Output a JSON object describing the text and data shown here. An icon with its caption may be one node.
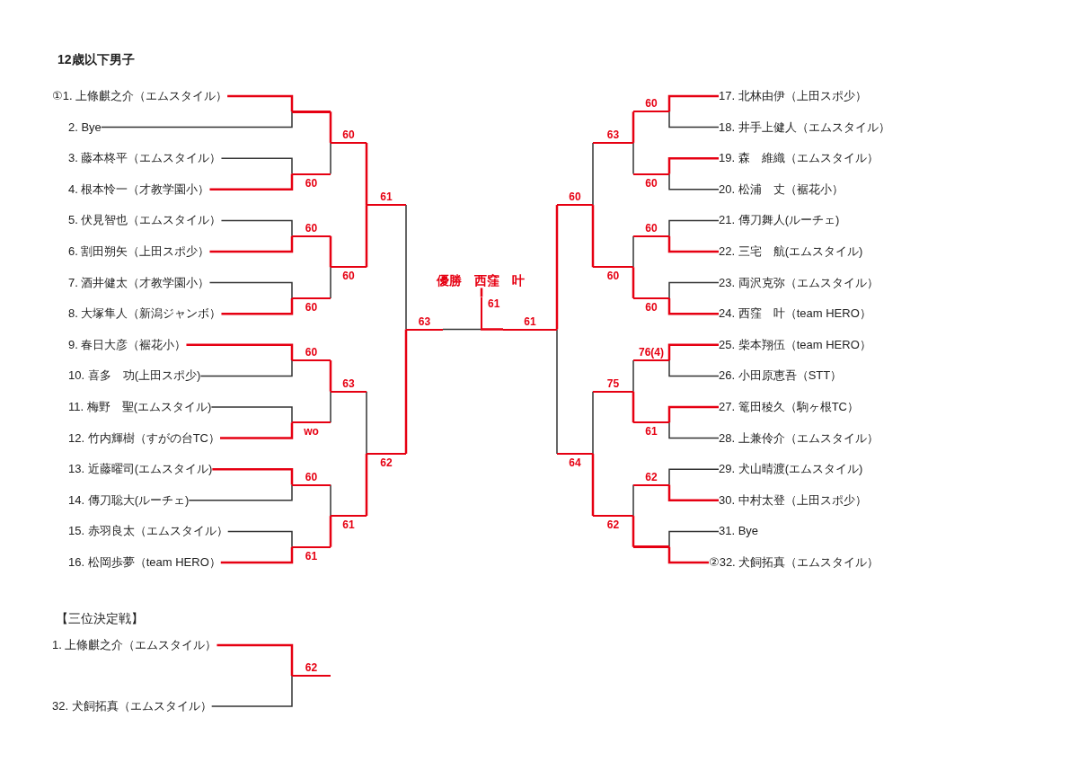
{
  "diagram": {
    "title": "12歳以下男子",
    "nodes": [
      {
        "text": [
          "①1. 上條麒之介（エムスタイル）"
        ]
      },
      {
        "text": [
          "2. Bye"
        ]
      },
      {
        "text": [
          "3. 藤本柊平（エムスタイル）"
        ]
      },
      {
        "text": [
          "4. 根本怜一（才教学園小）"
        ]
      },
      {
        "text": [
          "5. 伏見智也（エムスタイル）"
        ]
      },
      {
        "text": [
          "6. 割田朔矢（上田スポ少）"
        ]
      },
      {
        "text": [
          "7. 酒井健太（才教学園小）"
        ]
      },
      {
        "text": [
          "8. 大塚隼人（新潟ジャンボ）"
        ]
      },
      {
        "text": [
          "9. 春日大彦（裾花小）"
        ]
      },
      {
        "text": [
          "10. 喜多　功(上田スポ少)"
        ]
      },
      {
        "text": [
          "11. 梅野　聖(エムスタイル)"
        ]
      },
      {
        "text": [
          "12. 竹内輝樹（すがの台TC）"
        ]
      },
      {
        "text": [
          "13. 近藤曜司(エムスタイル)"
        ]
      },
      {
        "text": [
          "14. 傳刀聡大(ルーチェ)"
        ]
      },
      {
        "text": [
          "15. 赤羽良太（エムスタイル）"
        ]
      },
      {
        "text": [
          "16. 松岡歩夢（team HERO）"
        ]
      },
      {
        "text": [
          "17. 北林由伊（上田スポ少）"
        ]
      },
      {
        "text": [
          "18. 井手上健人（エムスタイル）"
        ]
      },
      {
        "text": [
          "19. 森　維織（エムスタイル）"
        ]
      },
      {
        "text": [
          "20. 松浦　丈（裾花小）"
        ]
      },
      {
        "text": [
          "21. 傳刀舞人(ルーチェ)"
        ]
      },
      {
        "text": [
          "22. 三宅　航(エムスタイル)"
        ]
      },
      {
        "text": [
          "23. 両沢克弥（エムスタイル）"
        ]
      },
      {
        "text": [
          "24. 西窪　叶（team HERO）"
        ]
      },
      {
        "text": [
          "25. 柴本翔伍（team HERO）"
        ]
      },
      {
        "text": [
          "26. 小田原恵吾（STT）"
        ]
      },
      {
        "text": [
          "27. 篭田稜久（駒ヶ根TC）"
        ]
      },
      {
        "text": [
          "28. 上兼伶介（エムスタイル）"
        ]
      },
      {
        "text": [
          "29. 犬山晴渡(エムスタイル)"
        ]
      },
      {
        "text": [
          "30. 中村太登（上田スポ少）"
        ]
      },
      {
        "text": [
          "31. Bye"
        ]
      },
      {
        "text": [
          "②32. 犬飼拓真（エムスタイル）"
        ]
      },
      {
        "text": [],
        "shape": "line"
      },
      {
        "text": [
          "60"
        ]
      },
      {
        "text": [
          "60"
        ]
      },
      {
        "text": [
          "60"
        ]
      },
      {
        "text": [
          "60"
        ]
      },
      {
        "text": [
          "wo"
        ]
      },
      {
        "text": [
          "60"
        ]
      },
      {
        "text": [
          "61"
        ]
      },
      {
        "text": [
          "60"
        ]
      },
      {
        "text": [
          "60"
        ]
      },
      {
        "text": [
          "63"
        ]
      },
      {
        "text": [
          "61"
        ]
      },
      {
        "text": [
          "61"
        ]
      },
      {
        "text": [
          "62"
        ]
      },
      {
        "text": [
          "63"
        ]
      },
      {
        "text": [
          "60"
        ]
      },
      {
        "text": [
          "60"
        ]
      },
      {
        "text": [
          "60"
        ]
      },
      {
        "text": [
          "60"
        ]
      },
      {
        "text": [
          "76(4)"
        ]
      },
      {
        "text": [
          "61"
        ]
      },
      {
        "text": [
          "62"
        ]
      },
      {
        "text": [],
        "shape": "line"
      },
      {
        "text": [
          "63"
        ]
      },
      {
        "text": [
          "60"
        ]
      },
      {
        "text": [
          "75"
        ]
      },
      {
        "text": [
          "62"
        ]
      },
      {
        "text": [
          "60"
        ]
      },
      {
        "text": [
          "64"
        ]
      },
      {
        "text": [
          "61"
        ]
      },
      {
        "text": [
          "61"
        ]
      },
      {
        "text": [
          "優勝　西窪　叶"
        ]
      },
      {
        "text": [
          "1. 上條麒之介（エムスタイル）"
        ]
      },
      {
        "text": [
          "32. 犬飼拓真（エムスタイル）"
        ]
      },
      {
        "text": [
          "62"
        ]
      }
    ],
    "edges": [
      {
        "from": 0,
        "to": 32,
        "arrow": "none"
      },
      {
        "from": 1,
        "to": 32,
        "arrow": "none",
        "color": "#333333"
      },
      {
        "from": 2,
        "to": 33,
        "arrow": "none",
        "color": "#333333"
      },
      {
        "from": 3,
        "to": 33,
        "arrow": "none"
      },
      {
        "from": 4,
        "to": 34,
        "arrow": "none",
        "color": "#333333"
      },
      {
        "from": 5,
        "to": 34,
        "arrow": "none"
      },
      {
        "from": 6,
        "to": 35,
        "arrow": "none",
        "color": "#333333"
      },
      {
        "from": 7,
        "to": 35,
        "arrow": "none"
      },
      {
        "from": 8,
        "to": 36,
        "arrow": "none"
      },
      {
        "from": 9,
        "to": 36,
        "arrow": "none",
        "color": "#333333"
      },
      {
        "from": 10,
        "to": 37,
        "arrow": "none",
        "color": "#333333"
      },
      {
        "from": 11,
        "to": 37,
        "arrow": "none"
      },
      {
        "from": 12,
        "to": 38,
        "arrow": "none"
      },
      {
        "from": 13,
        "to": 38,
        "arrow": "none",
        "color": "#333333"
      },
      {
        "from": 14,
        "to": 39,
        "arrow": "none",
        "color": "#333333"
      },
      {
        "from": 15,
        "to": 39,
        "arrow": "none"
      },
      {
        "from": 32,
        "to": 40,
        "arrow": "none"
      },
      {
        "from": 33,
        "to": 40,
        "arrow": "none",
        "color": "#333333"
      },
      {
        "from": 34,
        "to": 41,
        "arrow": "none"
      },
      {
        "from": 35,
        "to": 41,
        "arrow": "none",
        "color": "#333333"
      },
      {
        "from": 36,
        "to": 42,
        "arrow": "none"
      },
      {
        "from": 37,
        "to": 42,
        "arrow": "none",
        "color": "#333333"
      },
      {
        "from": 38,
        "to": 43,
        "arrow": "none",
        "color": "#333333"
      },
      {
        "from": 39,
        "to": 43,
        "arrow": "none"
      },
      {
        "from": 40,
        "to": 44,
        "arrow": "none"
      },
      {
        "from": 41,
        "to": 44,
        "arrow": "none"
      },
      {
        "from": 42,
        "to": 45,
        "arrow": "none",
        "color": "#333333"
      },
      {
        "from": 43,
        "to": 45,
        "arrow": "none"
      },
      {
        "from": 44,
        "to": 46,
        "arrow": "none",
        "color": "#333333"
      },
      {
        "from": 45,
        "to": 46,
        "arrow": "none"
      },
      {
        "from": 16,
        "to": 47,
        "arrow": "none"
      },
      {
        "from": 17,
        "to": 47,
        "arrow": "none",
        "color": "#333333"
      },
      {
        "from": 18,
        "to": 48,
        "arrow": "none"
      },
      {
        "from": 19,
        "to": 48,
        "arrow": "none",
        "color": "#333333"
      },
      {
        "from": 20,
        "to": 49,
        "arrow": "none",
        "color": "#333333"
      },
      {
        "from": 21,
        "to": 49,
        "arrow": "none"
      },
      {
        "from": 22,
        "to": 50,
        "arrow": "none",
        "color": "#333333"
      },
      {
        "from": 23,
        "to": 50,
        "arrow": "none"
      },
      {
        "from": 24,
        "to": 51,
        "arrow": "none"
      },
      {
        "from": 25,
        "to": 51,
        "arrow": "none",
        "color": "#333333"
      },
      {
        "from": 26,
        "to": 52,
        "arrow": "none"
      },
      {
        "from": 27,
        "to": 52,
        "arrow": "none",
        "color": "#333333"
      },
      {
        "from": 28,
        "to": 53,
        "arrow": "none",
        "color": "#333333"
      },
      {
        "from": 29,
        "to": 53,
        "arrow": "none"
      },
      {
        "from": 30,
        "to": 54,
        "arrow": "none",
        "color": "#333333"
      },
      {
        "from": 31,
        "to": 54,
        "arrow": "none"
      },
      {
        "from": 47,
        "to": 55,
        "arrow": "none"
      },
      {
        "from": 48,
        "to": 55,
        "arrow": "none",
        "color": "#333333"
      },
      {
        "from": 49,
        "to": 56,
        "arrow": "none",
        "color": "#333333"
      },
      {
        "from": 50,
        "to": 56,
        "arrow": "none"
      },
      {
        "from": 51,
        "to": 57,
        "arrow": "none",
        "color": "#333333"
      },
      {
        "from": 52,
        "to": 57,
        "arrow": "none"
      },
      {
        "from": 53,
        "to": 58,
        "arrow": "none",
        "color": "#333333"
      },
      {
        "from": 54,
        "to": 58,
        "arrow": "none"
      },
      {
        "from": 55,
        "to": 59,
        "arrow": "none",
        "color": "#333333"
      },
      {
        "from": 56,
        "to": 59,
        "arrow": "none"
      },
      {
        "from": 57,
        "to": 60,
        "arrow": "none",
        "color": "#333333"
      },
      {
        "from": 58,
        "to": 60,
        "arrow": "none"
      },
      {
        "from": 59,
        "to": 61,
        "arrow": "none"
      },
      {
        "from": 60,
        "to": 61,
        "arrow": "none",
        "color": "#333333"
      },
      {
        "from": 46,
        "to": 62,
        "arrow": "none",
        "color": "#333333"
      },
      {
        "from": 61,
        "to": 62,
        "arrow": "none"
      },
      {
        "from": 62,
        "to": 63,
        "arrow": "none"
      },
      {
        "from": 64,
        "to": 66,
        "arrow": "none"
      },
      {
        "from": 65,
        "to": 66,
        "arrow": "none",
        "color": "#333333"
      }
    ],
    "labels": [
      "【三位決定戦】"
    ]
  }
}
